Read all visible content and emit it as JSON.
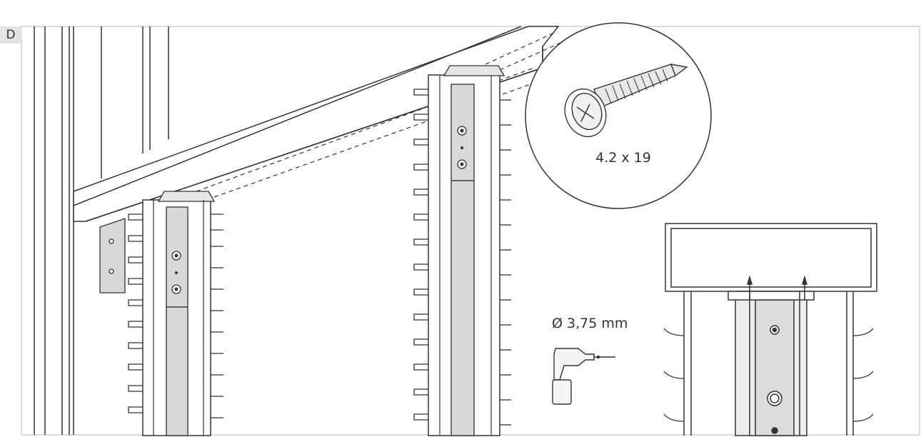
{
  "step": {
    "label": "D"
  },
  "screw": {
    "size_label": "4.2 x 19",
    "icon": "pan-head-screw-icon"
  },
  "drill": {
    "bit_label": "Ø 3,75 mm",
    "icon": "power-drill-icon"
  },
  "colors": {
    "line": "#333333",
    "frame": "#cfcfcf",
    "badge": "#e3e3e3",
    "rail_fill": "#d8d8d8"
  }
}
